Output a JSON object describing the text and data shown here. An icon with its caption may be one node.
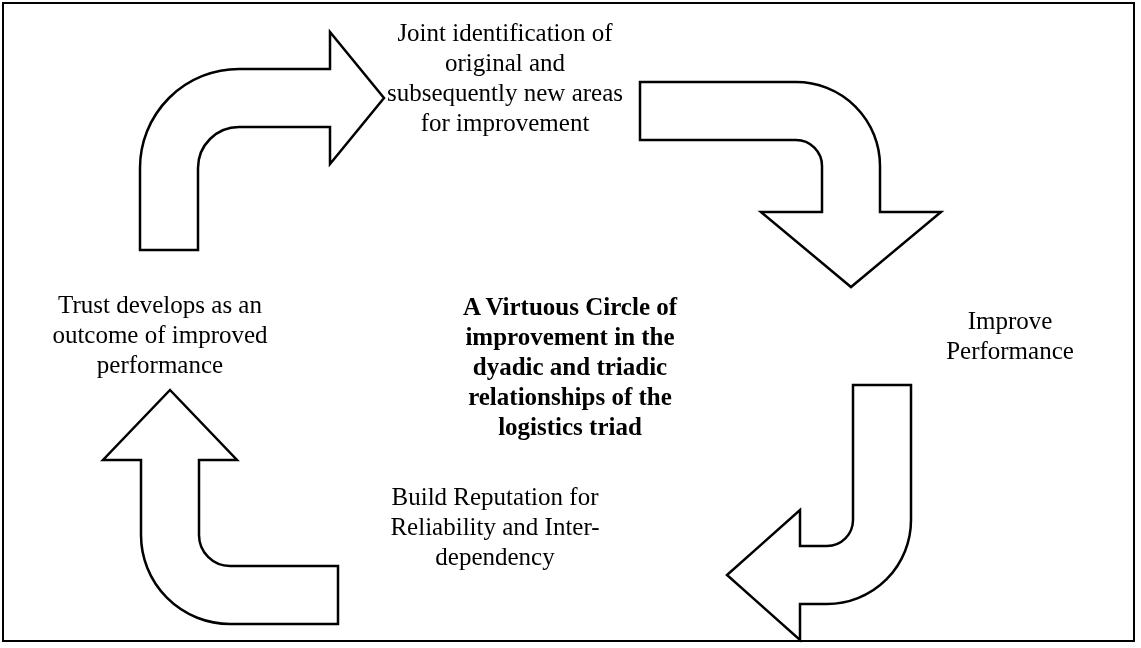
{
  "diagram": {
    "title": "A Virtuous Circle of improvement in the dyadic and triadic relationships of the logistics triad",
    "nodes": [
      {
        "text": [
          "Joint identification of original and subsequently new areas for improvement"
        ]
      },
      {
        "text": [
          "Improve Performance"
        ]
      },
      {
        "text": [
          "Build Reputation for Reliability and Inter-dependency"
        ]
      },
      {
        "text": [
          "Trust develops as an outcome of improved performance"
        ]
      }
    ],
    "edges": [
      {
        "from": 3,
        "to": 0,
        "arrow": "to"
      },
      {
        "from": 0,
        "to": 1,
        "arrow": "to"
      },
      {
        "from": 1,
        "to": 2,
        "arrow": "to"
      },
      {
        "from": 2,
        "to": 3,
        "arrow": "to"
      }
    ]
  }
}
